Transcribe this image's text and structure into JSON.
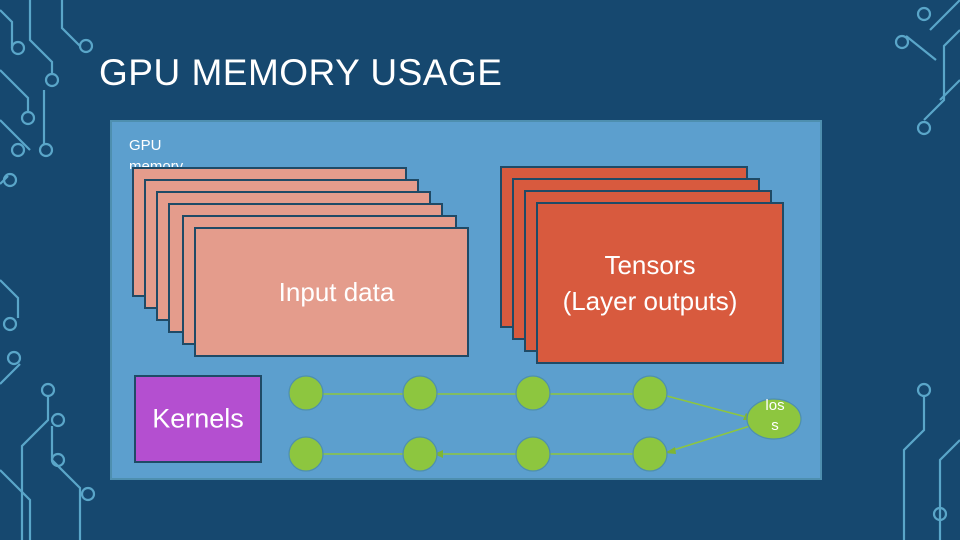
{
  "slide": {
    "title": "GPU MEMORY USAGE"
  },
  "gpu": {
    "label": "GPU memory"
  },
  "blocks": {
    "input_label": "Input data",
    "tensors_line1": "Tensors",
    "tensors_line2": "(Layer outputs)",
    "kernels_label": "Kernels"
  },
  "graph": {
    "loss_line1": "los",
    "loss_line2": "s"
  },
  "colors": {
    "background": "#16486f",
    "gpu_box": "#5c9fce",
    "input_data": "#e49c8c",
    "tensors": "#d85a3e",
    "kernels": "#b44fd0",
    "nodes": "#8dc63f",
    "circuit_lines": "#5aa6c9"
  }
}
